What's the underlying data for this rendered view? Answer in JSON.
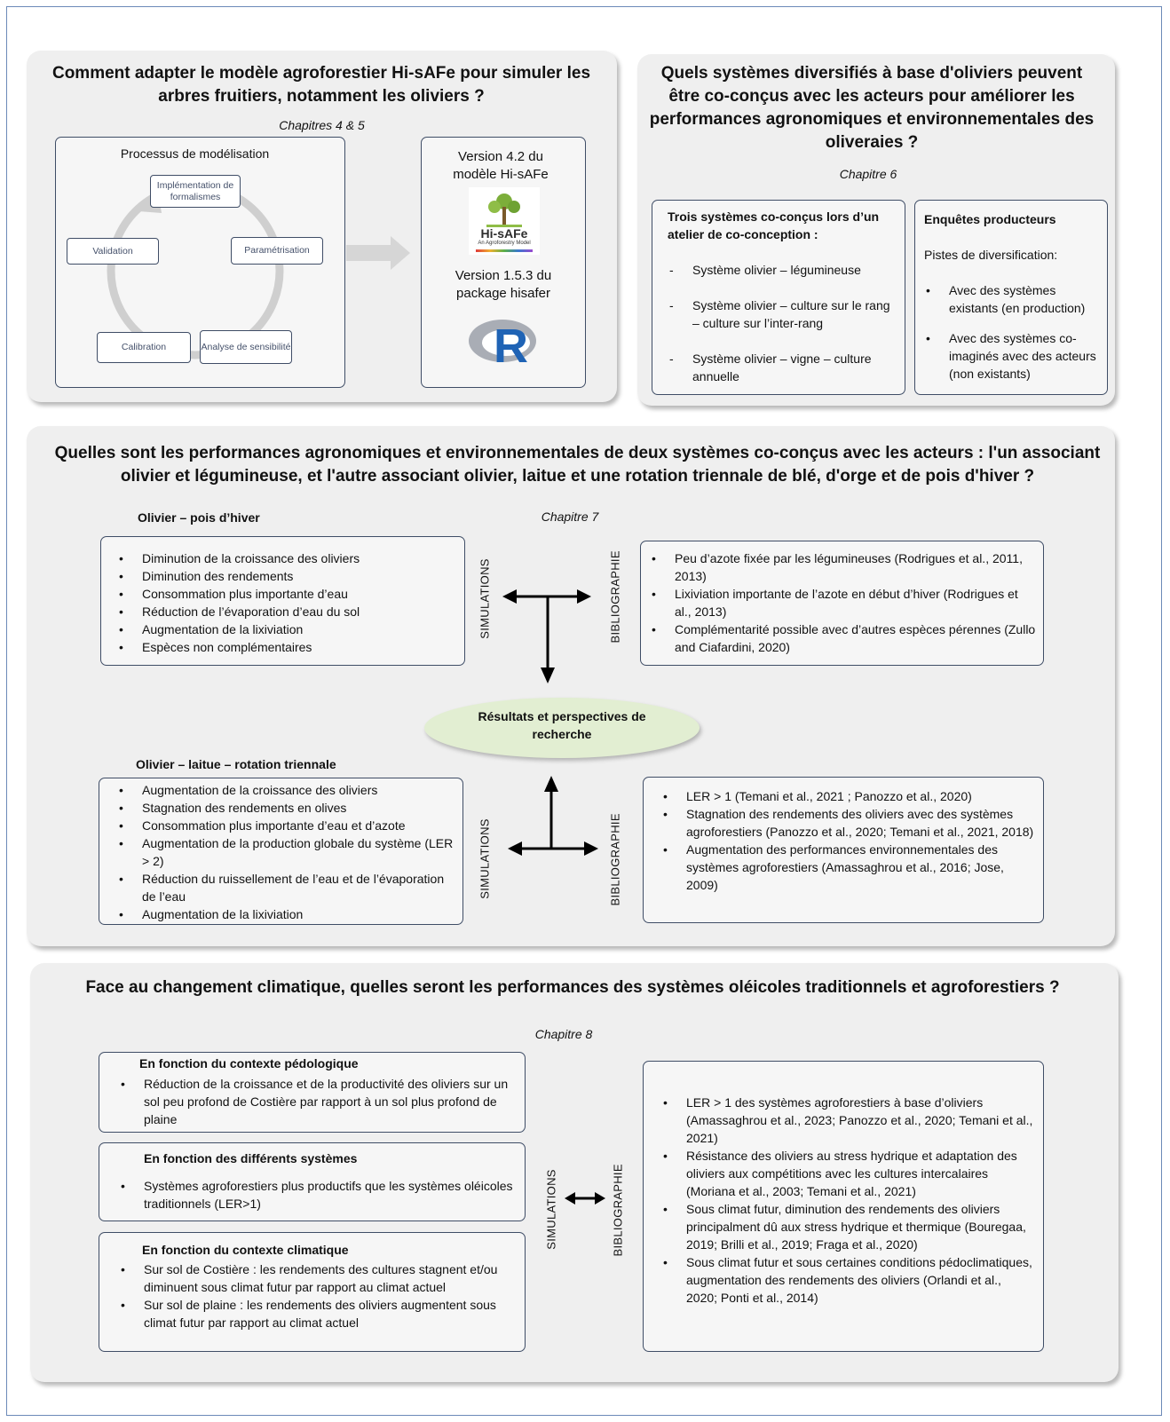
{
  "panel1": {
    "title": "Comment adapter le modèle agroforestier Hi-sAFe pour simuler les arbres fruitiers, notamment les oliviers ?",
    "chapter": "Chapitres 4 & 5",
    "process_title": "Processus de modélisation",
    "steps": {
      "implementation": "Implémentation de formalismes",
      "parametrisation": "Paramétrisation",
      "analyse": "Analyse de sensibilité",
      "calibration": "Calibration",
      "validation": "Validation"
    },
    "version_model": "Version 4.2 du modèle Hi-sAFe",
    "version_package": "Version 1.5.3 du package hisafer",
    "hisafe_logo_text": "Hi-sAFe",
    "hisafe_logo_sub": "An Agroforestry Model",
    "r_logo_text": "R"
  },
  "panel2": {
    "title": "Quels systèmes diversifiés à base d'oliviers peuvent être co-conçus avec les acteurs pour améliorer les performances agronomiques et environnementales des oliveraies ?",
    "chapter": "Chapitre 6",
    "left_heading": "Trois systèmes co-conçus lors d’un atelier de co-conception :",
    "left_items": [
      "Système olivier – légumineuse",
      "Système olivier – culture sur le rang – culture sur l’inter-rang",
      "Système olivier – vigne – culture annuelle"
    ],
    "right_heading": "Enquêtes producteurs",
    "right_sub": "Pistes de diversification:",
    "right_items": [
      "Avec des systèmes existants (en production)",
      "Avec des systèmes co-imaginés avec des acteurs (non existants)"
    ]
  },
  "panel3": {
    "title": "Quelles sont les performances agronomiques et environnementales de deux systèmes co-conçus avec les acteurs : l'un associant olivier et légumineuse, et l'autre associant olivier, laitue et une rotation triennale de blé, d'orge et de pois d'hiver ?",
    "chapter": "Chapitre 7",
    "sys1_label": "Olivier – pois d’hiver",
    "sys1_sim": [
      "Diminution de la croissance des oliviers",
      "Diminution des rendements",
      "Consommation plus importante d’eau",
      "Réduction de l’évaporation d’eau du sol",
      "Augmentation de la lixiviation",
      "Espèces non complémentaires"
    ],
    "sys1_bib": [
      "Peu d’azote fixée par les légumineuses (Rodrigues et al., 2011, 2013)",
      "Lixiviation importante de l’azote en début d’hiver (Rodrigues et al., 2013)",
      "Complémentarité possible avec d’autres espèces pérennes (Zullo and Ciafardini, 2020)"
    ],
    "center": "Résultats et perspectives de recherche",
    "sys2_label": "Olivier – laitue – rotation triennale",
    "sys2_sim": [
      "Augmentation de la croissance des oliviers",
      "Stagnation des rendements en olives",
      "Consommation plus importante d’eau et d’azote",
      "Augmentation de la production globale du système (LER > 2)",
      "Réduction du ruissellement de l’eau et de l’évaporation de l’eau",
      "Augmentation de la lixiviation"
    ],
    "sys2_bib": [
      "LER > 1 (Temani et al., 2021 ; Panozzo et al., 2020)",
      "Stagnation des rendements des oliviers avec des systèmes agroforestiers (Panozzo et al., 2020; Temani et al., 2021, 2018)",
      "Augmentation des performances environnementales des systèmes agroforestiers (Amassaghrou et al., 2016; Jose, 2009)"
    ],
    "label_sim": "SIMULATIONS",
    "label_bib": "BIBLIOGRAPHIE"
  },
  "panel4": {
    "title": "Face au changement climatique, quelles seront les performances des systèmes oléicoles traditionnels et agroforestiers ?",
    "chapter": "Chapitre 8",
    "box1_heading": "En fonction du contexte pédologique",
    "box1_items": [
      "Réduction de la croissance et de la productivité des oliviers sur un sol peu profond de Costière par rapport à un sol plus profond de plaine"
    ],
    "box2_heading": "En fonction des différents systèmes",
    "box2_items": [
      "Systèmes agroforestiers plus productifs que les systèmes oléicoles traditionnels (LER>1)"
    ],
    "box3_heading": "En fonction du contexte climatique",
    "box3_items": [
      "Sur sol de Costière : les rendements des cultures stagnent et/ou diminuent sous climat futur par rapport au climat actuel",
      "Sur sol de plaine : les rendements des oliviers augmentent sous climat futur par rapport au climat actuel"
    ],
    "bib_items": [
      "LER > 1 des systèmes agroforestiers à base d’oliviers (Amassaghrou et al., 2023; Panozzo et al., 2020; Temani et al., 2021)",
      "Résistance des oliviers au stress hydrique et adaptation des oliviers aux compétitions avec les cultures intercalaires (Moriana et al., 2003; Temani et al., 2021)",
      "Sous climat futur, diminution des rendements des oliviers principalment dû aux stress hydrique et thermique (Bouregaa, 2019; Brilli et al., 2019; Fraga et al., 2020)",
      "Sous climat futur et sous certaines conditions pédoclimatiques, augmentation des rendements des oliviers (Orlandi et al., 2020; Ponti et al., 2014)"
    ],
    "label_sim": "SIMULATIONS",
    "label_bib": "BIBLIOGRAPHIE"
  }
}
